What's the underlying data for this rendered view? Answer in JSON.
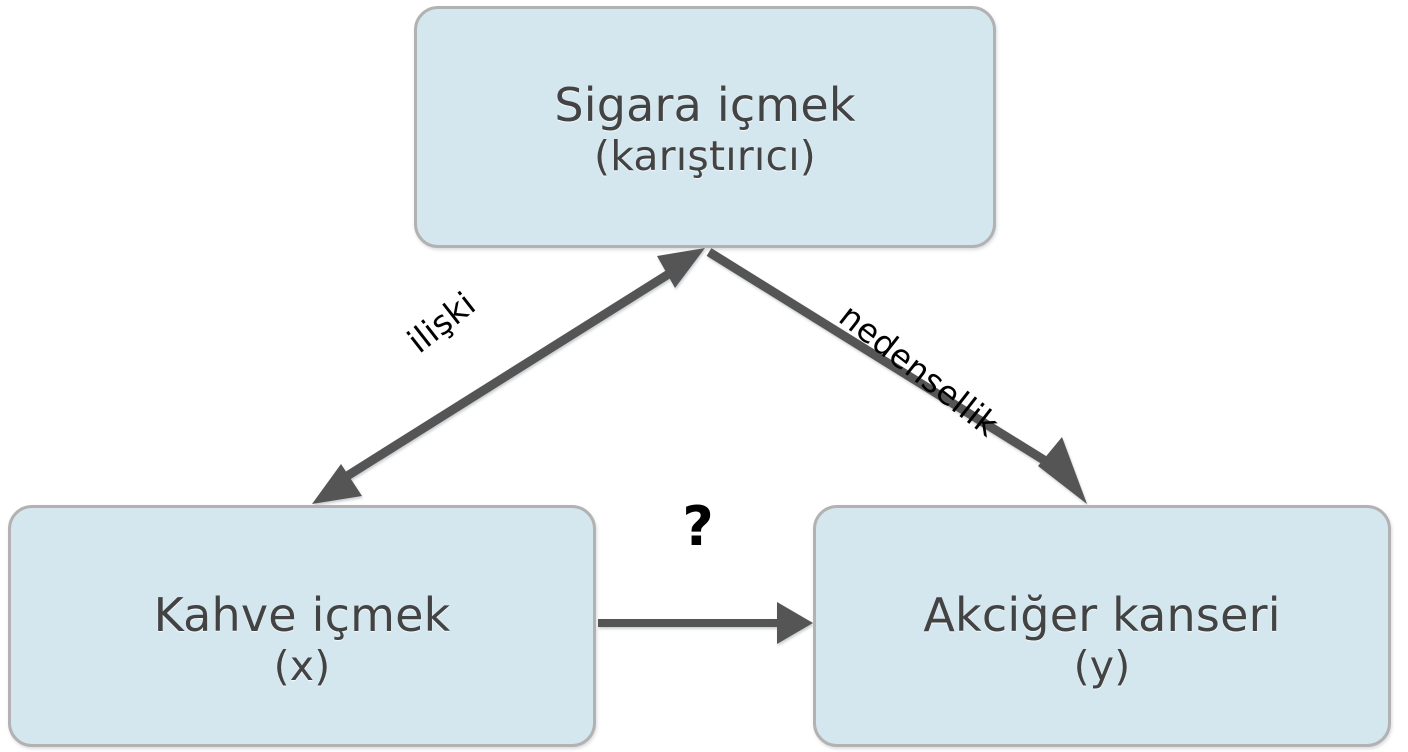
{
  "diagram": {
    "title": "Confounding diagram",
    "background_color": "#ffffff",
    "node_fill": "#d4e7ef",
    "node_border": "#b2b2b2",
    "node_text_color": "#434343",
    "edge_color": "#555555",
    "label_color": "#000000",
    "nodes": [
      {
        "id": "confounder",
        "line1": "Sigara içmek",
        "line2": "(karıştırıcı)"
      },
      {
        "id": "exposure",
        "line1": "Kahve içmek",
        "line2": "(x)"
      },
      {
        "id": "outcome",
        "line1": "Akciğer kanseri",
        "line2": "(y)"
      }
    ],
    "edges": [
      {
        "id": "association",
        "label": "ilişki",
        "from": "exposure",
        "to": "confounder",
        "arrow": "double"
      },
      {
        "id": "causation",
        "label": "nedensellik",
        "from": "confounder",
        "to": "outcome",
        "arrow": "single"
      },
      {
        "id": "questioned",
        "label": "?",
        "from": "exposure",
        "to": "outcome",
        "arrow": "single"
      }
    ]
  }
}
